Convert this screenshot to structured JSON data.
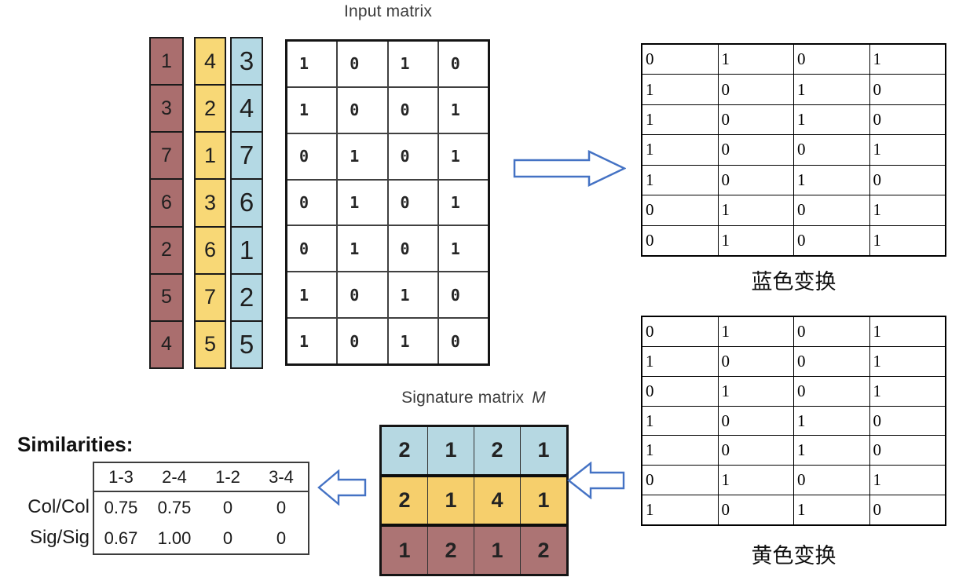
{
  "labels": {
    "input_matrix_title": "Input matrix",
    "signature_matrix_title": "Signature matrix",
    "signature_matrix_title_emph": "M",
    "blue_transform_label": "蓝色变换",
    "yellow_transform_label": "黄色变换",
    "similarities_title": "Similarities:"
  },
  "perm_columns": {
    "red": [
      1,
      3,
      7,
      6,
      2,
      5,
      4
    ],
    "yellow": [
      4,
      2,
      1,
      3,
      6,
      7,
      5
    ],
    "blue": [
      3,
      4,
      7,
      6,
      1,
      2,
      5
    ]
  },
  "input_matrix": {
    "rows": [
      [
        1,
        0,
        1,
        0
      ],
      [
        1,
        0,
        0,
        1
      ],
      [
        0,
        1,
        0,
        1
      ],
      [
        0,
        1,
        0,
        1
      ],
      [
        0,
        1,
        0,
        1
      ],
      [
        1,
        0,
        1,
        0
      ],
      [
        1,
        0,
        1,
        0
      ]
    ]
  },
  "blue_transform": {
    "rows": [
      [
        0,
        1,
        0,
        1
      ],
      [
        1,
        0,
        1,
        0
      ],
      [
        1,
        0,
        1,
        0
      ],
      [
        1,
        0,
        0,
        1
      ],
      [
        1,
        0,
        1,
        0
      ],
      [
        0,
        1,
        0,
        1
      ],
      [
        0,
        1,
        0,
        1
      ]
    ]
  },
  "yellow_transform": {
    "rows": [
      [
        0,
        1,
        0,
        1
      ],
      [
        1,
        0,
        0,
        1
      ],
      [
        0,
        1,
        0,
        1
      ],
      [
        1,
        0,
        1,
        0
      ],
      [
        1,
        0,
        1,
        0
      ],
      [
        0,
        1,
        0,
        1
      ],
      [
        1,
        0,
        1,
        0
      ]
    ]
  },
  "signature_matrix": {
    "rows": [
      {
        "color": "blue",
        "values": [
          2,
          1,
          2,
          1
        ]
      },
      {
        "color": "yellow",
        "values": [
          2,
          1,
          4,
          1
        ]
      },
      {
        "color": "red",
        "values": [
          1,
          2,
          1,
          2
        ]
      }
    ]
  },
  "similarities": {
    "columns": [
      "1-3",
      "2-4",
      "1-2",
      "3-4"
    ],
    "rows": [
      {
        "label": "Col/Col",
        "values": [
          "0.75",
          "0.75",
          "0",
          "0"
        ]
      },
      {
        "label": "Sig/Sig",
        "values": [
          "0.67",
          "1.00",
          "0",
          "0"
        ]
      }
    ]
  },
  "colors": {
    "perm_red": "#aa6e6e",
    "perm_yellow": "#f8d876",
    "perm_blue": "#b4d9e4",
    "sig_blue": "#b6d8e2",
    "sig_yellow": "#f6cf6c",
    "sig_red": "#ac7474",
    "arrow_blue": "#4472c4",
    "border_dark": "#141414"
  }
}
